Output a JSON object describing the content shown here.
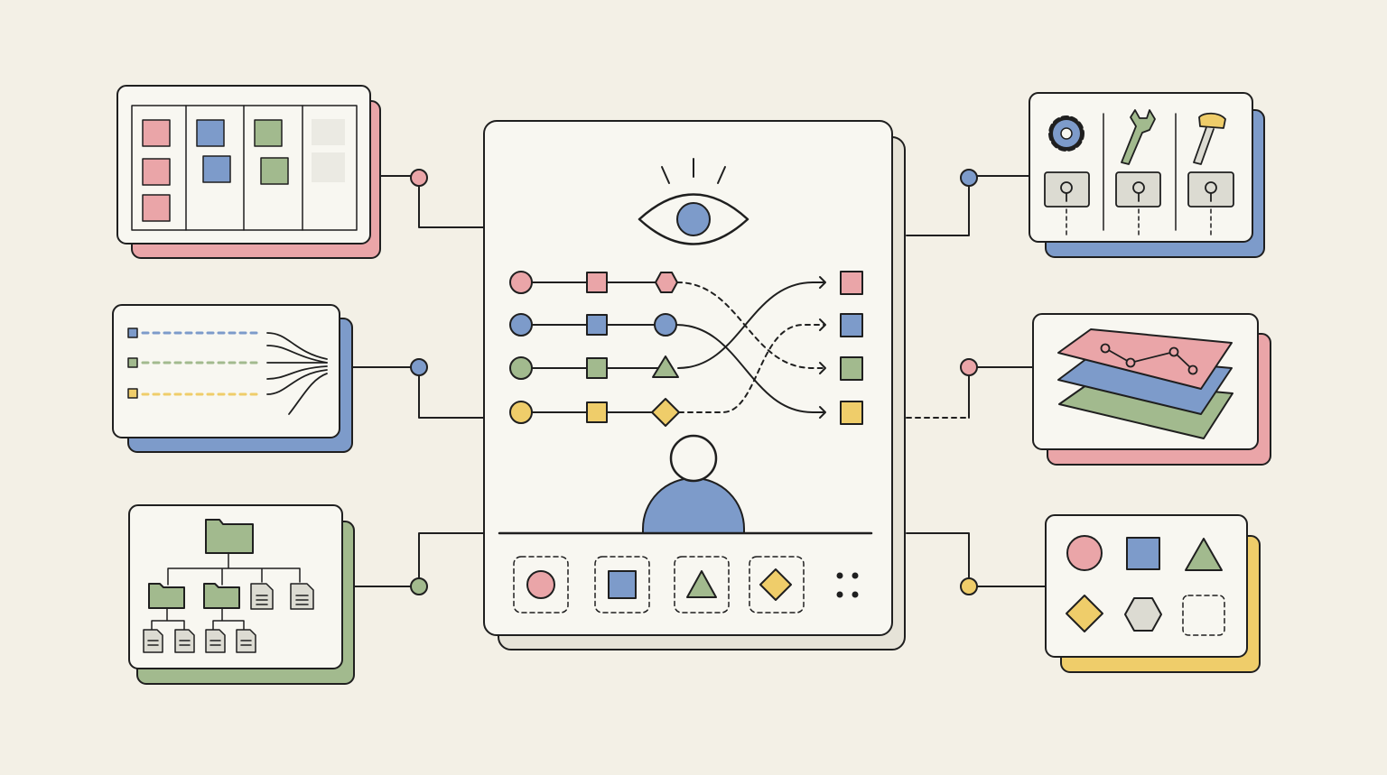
{
  "diagram": {
    "labels": [],
    "colors": {
      "background": "#f3f0e6",
      "panel": "#f8f7f1",
      "shadow": "#e6e3d8",
      "ink": "#1f1f1f",
      "pink": "#eaa5a8",
      "blue": "#7d9bca",
      "green": "#a2ba8e",
      "yellow": "#efcd6a",
      "gray": "#dcdbd2",
      "slot": "#ebeae3"
    },
    "hub": {
      "icons": [
        "eye-icon",
        "user-icon",
        "grid-dots-icon"
      ],
      "flow_rows": [
        {
          "color": "pink",
          "shapes": [
            "circle",
            "square",
            "hexagon"
          ],
          "target": "pink"
        },
        {
          "color": "blue",
          "shapes": [
            "circle",
            "square",
            "circle"
          ],
          "target": "blue"
        },
        {
          "color": "green",
          "shapes": [
            "circle",
            "square",
            "triangle"
          ],
          "target": "green"
        },
        {
          "color": "yellow",
          "shapes": [
            "circle",
            "square",
            "diamond"
          ],
          "target": "yellow"
        }
      ],
      "palette_slots": [
        "circle",
        "square",
        "triangle",
        "diamond"
      ]
    },
    "panels": [
      {
        "name": "kanban-board-panel",
        "shadow": "pink",
        "connector": "pink",
        "side": "left"
      },
      {
        "name": "data-streams-panel",
        "shadow": "blue",
        "connector": "blue",
        "side": "left"
      },
      {
        "name": "file-tree-panel",
        "shadow": "green",
        "connector": "green",
        "side": "left"
      },
      {
        "name": "tools-panel",
        "shadow": "blue",
        "connector": "blue",
        "side": "right"
      },
      {
        "name": "layered-chart-panel",
        "shadow": "pink",
        "connector": "pink",
        "side": "right"
      },
      {
        "name": "shape-library-panel",
        "shadow": "yellow",
        "connector": "yellow",
        "side": "right"
      }
    ],
    "tool_icons": [
      "gear-icon",
      "wrench-icon",
      "hammer-icon"
    ]
  }
}
